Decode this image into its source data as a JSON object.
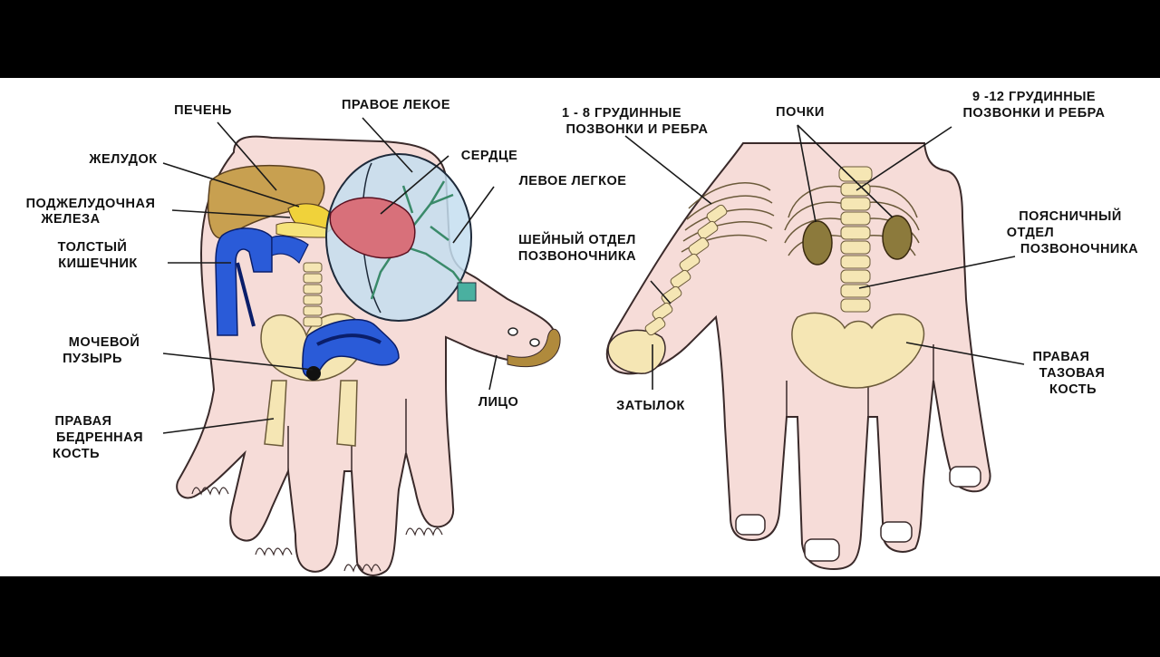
{
  "labels": {
    "liver": "ПЕЧЕНЬ",
    "right_lung": "ПРАВОЕ ЛЕКОЕ",
    "heart": "СЕРДЦЕ",
    "stomach": "ЖЕЛУДОК",
    "left_lung": "ЛЕВОЕ ЛЕГКОЕ",
    "pancreas": [
      "ПОДЖЕЛУДОЧНАЯ",
      "ЖЕЛЕЗА"
    ],
    "colon": [
      "ТОЛСТЫЙ",
      "КИШЕЧНИК"
    ],
    "cervical": [
      "ШЕЙНЫЙ ОТДЕЛ",
      "ПОЗВОНОЧНИКА"
    ],
    "bladder": [
      "МОЧЕВОЙ",
      "ПУЗЫРЬ"
    ],
    "face": "ЛИЦО",
    "femur": [
      "ПРАВАЯ",
      "БЕДРЕННАЯ",
      "КОСТЬ"
    ],
    "thoracic_1_8": [
      "1 - 8 ГРУДИННЫЕ",
      "ПОЗВОНКИ И РЕБРА"
    ],
    "kidneys": "ПОЧКИ",
    "thoracic_9_12": [
      "9 -12 ГРУДИННЫЕ",
      "ПОЗВОНКИ И РЕБРА"
    ],
    "lumbar": [
      "ПОЯСНИЧНЫЙ",
      "ОТДЕЛ",
      "ПОЗВОНОЧНИКА"
    ],
    "occiput": "ЗАТЫЛОК",
    "pelvis": [
      "ПРАВАЯ",
      "ТАЗОВАЯ",
      "КОСТЬ"
    ]
  },
  "colors": {
    "skin": "#f6dcd8",
    "bone": "#f5e6b4",
    "liver": "#c8a050",
    "colon": "#2a5bd8",
    "lung": "#c4def0",
    "heart": "#d8707a",
    "pancreas": "#f0d23a",
    "kidney": "#8c7a3c"
  }
}
